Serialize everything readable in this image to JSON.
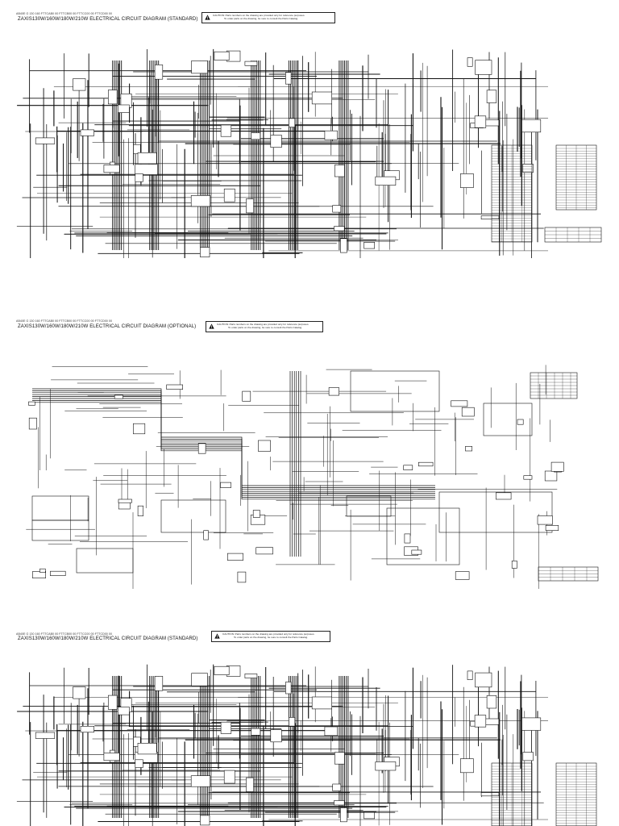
{
  "sheets": [
    {
      "code": "AB40E G 130 160 FTTCAB0 00 FTTCB00 00 FTTCC00 00 FTTCD00 00",
      "title": "ZAXIS130W/160W/180W/210W ELECTRICAL CIRCUIT DIAGRAM (STANDARD)",
      "caution_line1": "CAUTION: Parts numbers on the drawing are provided only for reference purposes.",
      "caution_line2": "To order parts on the drawing, be sure to consult the Parts Catalog."
    },
    {
      "code": "AB40E G 130 160 FTTCAB0 00 FTTCB00 00 FTTCC00 00 FTTCD00 00",
      "title": "ZAXIS130W/160W/180W/210W ELECTRICAL CIRCUIT DIAGRAM (OPTIONAL)",
      "caution_line1": "CAUTION: Parts numbers on the drawing are provided only for reference purposes.",
      "caution_line2": "To order parts on the drawing, be sure to consult the Parts Catalog."
    },
    {
      "code": "AB40E G 130 160 FTTCAB0 00 FTTCB00 00 FTTCC00 00 FTTCD00 00",
      "title": "ZAXIS130W/160W/180W/210W ELECTRICAL CIRCUIT DIAGRAM (STANDARD)",
      "caution_line1": "CAUTION: Parts numbers on the drawing are provided only for reference purposes.",
      "caution_line2": "To order parts on the drawing, be sure to consult the Parts Catalog."
    }
  ],
  "colors": {
    "ink": "#111111",
    "paper": "#ffffff"
  },
  "icons": {
    "caution": "warning-triangle-icon"
  }
}
